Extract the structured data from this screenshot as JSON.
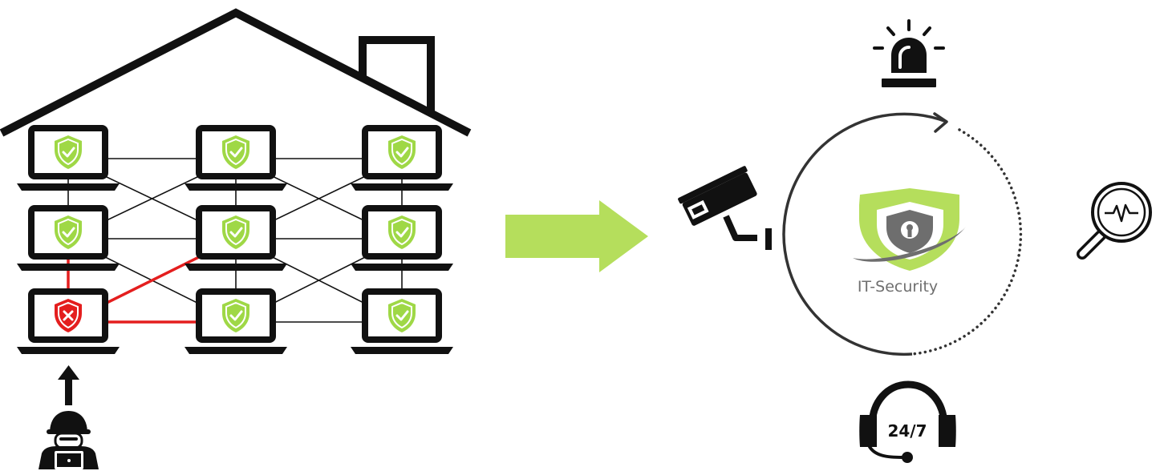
{
  "colors": {
    "accent": "#b5de5c",
    "shield_ok": "#9fd846",
    "shield_alert": "#e41e1e",
    "attack_line": "#e41e1e",
    "ink": "#111111",
    "logo_gray": "#6e6e6e"
  },
  "network": {
    "rows": 3,
    "cols": 3,
    "nodes": [
      {
        "row": 0,
        "col": 0,
        "status": "secure",
        "icon": "shield-check-icon"
      },
      {
        "row": 0,
        "col": 1,
        "status": "secure",
        "icon": "shield-check-icon"
      },
      {
        "row": 0,
        "col": 2,
        "status": "secure",
        "icon": "shield-check-icon"
      },
      {
        "row": 1,
        "col": 0,
        "status": "secure",
        "icon": "shield-check-icon"
      },
      {
        "row": 1,
        "col": 1,
        "status": "secure",
        "icon": "shield-check-icon"
      },
      {
        "row": 1,
        "col": 2,
        "status": "secure",
        "icon": "shield-check-icon"
      },
      {
        "row": 2,
        "col": 0,
        "status": "compromised",
        "icon": "shield-x-icon"
      },
      {
        "row": 2,
        "col": 1,
        "status": "secure",
        "icon": "shield-check-icon"
      },
      {
        "row": 2,
        "col": 2,
        "status": "secure",
        "icon": "shield-check-icon"
      }
    ]
  },
  "attacker": {
    "icon": "hacker-icon",
    "arrow_icon": "arrow-up-icon"
  },
  "transition": {
    "icon": "arrow-right-icon"
  },
  "security_cycle": {
    "logo_label": "IT-Security",
    "logo_icon": "shield-lock-icon",
    "items": [
      {
        "name": "alarm",
        "icon": "siren-icon"
      },
      {
        "name": "surveillance",
        "icon": "security-camera-icon"
      },
      {
        "name": "monitoring",
        "icon": "magnifier-pulse-icon"
      },
      {
        "name": "support",
        "icon": "headset-icon",
        "label": "24/7"
      }
    ]
  }
}
